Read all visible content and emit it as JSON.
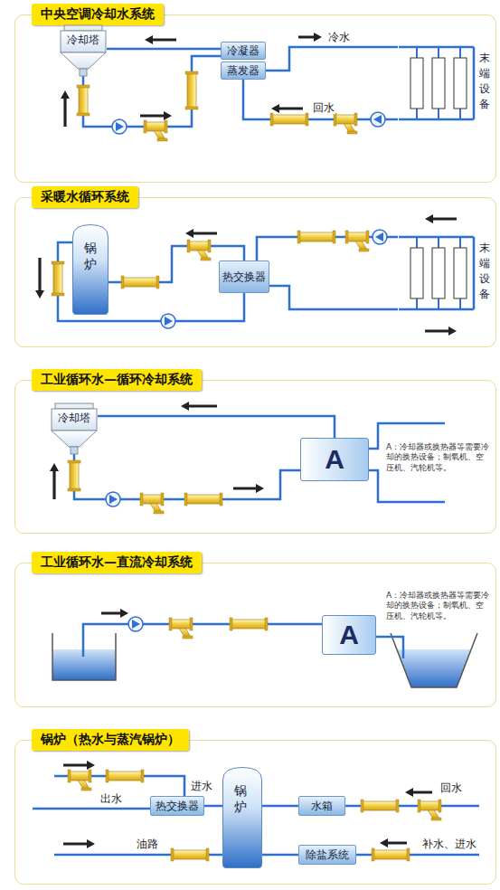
{
  "diagram": {
    "nodes": [
      {
        "text": [
          "中央空调冷却水系统"
        ]
      },
      {
        "text": [
          "冷却塔"
        ],
        "in": 0
      },
      {
        "text": [
          "冷凝器"
        ],
        "in": 0
      },
      {
        "text": [
          "蒸发器"
        ],
        "in": 0
      },
      {
        "text": [
          "末端设备"
        ],
        "in": 0
      },
      {
        "text": [
          "采暖水循环系统"
        ]
      },
      {
        "text": [
          "锅炉"
        ],
        "in": 5
      },
      {
        "text": [
          "热交换器"
        ],
        "in": 5
      },
      {
        "text": [
          "末端设备"
        ],
        "in": 5
      },
      {
        "text": [
          "工业循环水—循环冷却系统"
        ]
      },
      {
        "text": [
          "冷却塔"
        ],
        "in": 9
      },
      {
        "text": [
          "A",
          "A：冷却器或换热器等需要冷却的换热设备；制氧机、空压机、汽轮机等。"
        ],
        "in": 9
      },
      {
        "text": [
          "工业循环水—直流冷却系统"
        ]
      },
      {
        "text": [
          "A",
          "A：冷却器或换热器等需要冷却的换热设备；制氧机、空压机、汽轮机等。"
        ],
        "in": 12
      },
      {
        "text": [
          "锅炉（热水与蒸汽锅炉）"
        ]
      },
      {
        "text": [
          "热交换器"
        ],
        "in": 14
      },
      {
        "text": [
          "锅炉"
        ],
        "in": 14
      },
      {
        "text": [
          "水箱"
        ],
        "in": 14
      },
      {
        "text": [
          "除盐系统"
        ],
        "in": 14
      }
    ],
    "edges": [
      {
        "from": 2,
        "to": 1,
        "arrow": "none"
      },
      {
        "from": 1,
        "to": 2,
        "arrow": "none"
      },
      {
        "from": 3,
        "to": 4,
        "label": "冷水",
        "arrow": "none"
      },
      {
        "from": 4,
        "to": 3,
        "label": "回水",
        "arrow": "none"
      },
      {
        "from": 7,
        "to": 6,
        "arrow": "none"
      },
      {
        "from": 6,
        "to": 7,
        "arrow": "none"
      },
      {
        "from": 8,
        "to": 7,
        "arrow": "none"
      },
      {
        "from": 7,
        "to": 8,
        "arrow": "none"
      },
      {
        "from": 11,
        "to": 10,
        "arrow": "none"
      },
      {
        "from": 10,
        "to": 11,
        "arrow": "none"
      },
      {
        "from": 15,
        "to": 16,
        "arrow": "none"
      },
      {
        "from": 17,
        "to": 16,
        "arrow": "none"
      },
      {
        "from": 18,
        "to": 16,
        "arrow": "none"
      }
    ],
    "labels": [
      "出水",
      "进水",
      "油路",
      "回水",
      "补水、进水"
    ]
  }
}
